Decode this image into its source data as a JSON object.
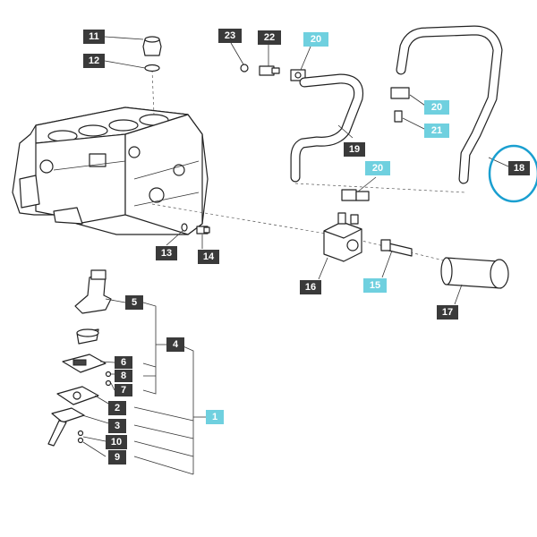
{
  "colors": {
    "dark_label_bg": "#3a3a3a",
    "dark_label_text": "#ffffff",
    "cyan_label_bg": "#6fd0df",
    "cyan_label_text": "#ffffff",
    "highlight_circle": "#1a9fd0",
    "line": "#222222"
  },
  "callouts": [
    {
      "id": "1",
      "text": "1",
      "style": "cyan"
    },
    {
      "id": "2",
      "text": "2",
      "style": "dark"
    },
    {
      "id": "3",
      "text": "3",
      "style": "dark"
    },
    {
      "id": "4",
      "text": "4",
      "style": "dark"
    },
    {
      "id": "5",
      "text": "5",
      "style": "dark"
    },
    {
      "id": "6",
      "text": "6",
      "style": "dark"
    },
    {
      "id": "7",
      "text": "7",
      "style": "dark"
    },
    {
      "id": "8",
      "text": "8",
      "style": "dark"
    },
    {
      "id": "9",
      "text": "9",
      "style": "dark"
    },
    {
      "id": "10",
      "text": "10",
      "style": "dark"
    },
    {
      "id": "11",
      "text": "11",
      "style": "dark"
    },
    {
      "id": "12",
      "text": "12",
      "style": "dark"
    },
    {
      "id": "13",
      "text": "13",
      "style": "dark"
    },
    {
      "id": "14",
      "text": "14",
      "style": "dark"
    },
    {
      "id": "15",
      "text": "15",
      "style": "cyan"
    },
    {
      "id": "16",
      "text": "16",
      "style": "dark"
    },
    {
      "id": "17",
      "text": "17",
      "style": "dark"
    },
    {
      "id": "18",
      "text": "18",
      "style": "dark",
      "highlighted": true
    },
    {
      "id": "19",
      "text": "19",
      "style": "dark"
    },
    {
      "id": "20a",
      "text": "20",
      "style": "cyan"
    },
    {
      "id": "20b",
      "text": "20",
      "style": "cyan"
    },
    {
      "id": "20c",
      "text": "20",
      "style": "cyan"
    },
    {
      "id": "21",
      "text": "21",
      "style": "cyan"
    },
    {
      "id": "22",
      "text": "22",
      "style": "dark"
    },
    {
      "id": "23",
      "text": "23",
      "style": "dark"
    }
  ]
}
